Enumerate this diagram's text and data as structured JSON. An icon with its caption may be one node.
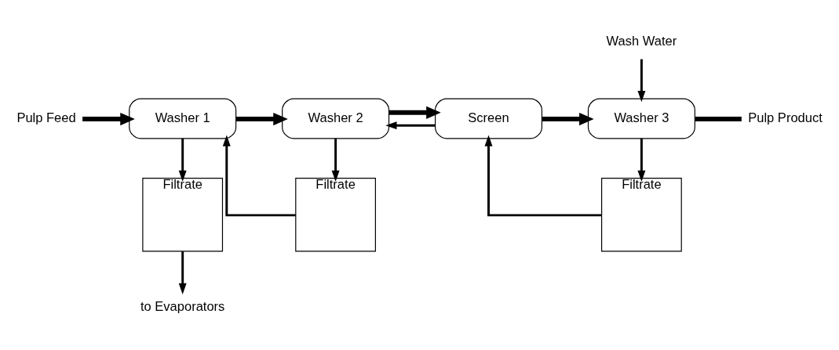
{
  "diagram": {
    "nodes": [
      {
        "text": [
          "Pulp Feed"
        ]
      },
      {
        "text": [
          "Washer 1"
        ]
      },
      {
        "text": [
          "Washer 2"
        ]
      },
      {
        "text": [
          "Screen"
        ]
      },
      {
        "text": [
          "Wash Water"
        ]
      },
      {
        "text": [
          "Washer 3"
        ]
      },
      {
        "text": [
          "Pulp Product"
        ]
      },
      {
        "text": [
          "Filtrate"
        ]
      },
      {
        "text": [
          "Filtrate"
        ]
      },
      {
        "text": [
          "Filtrate"
        ]
      },
      {
        "text": [
          "to Evaporators"
        ]
      }
    ],
    "edges": [
      {
        "from": 0,
        "to": 1,
        "arrow": "to",
        "style": "thick"
      },
      {
        "from": 1,
        "to": 2,
        "arrow": "to",
        "style": "thick"
      },
      {
        "from": 2,
        "to": 3,
        "arrow": "to",
        "style": "thick"
      },
      {
        "from": 3,
        "to": 5,
        "arrow": "to",
        "style": "thick"
      },
      {
        "from": 5,
        "to": 6,
        "arrow": "none",
        "style": "thick"
      },
      {
        "from": 4,
        "to": 5,
        "arrow": "to"
      },
      {
        "from": 1,
        "to": 7,
        "arrow": "to"
      },
      {
        "from": 2,
        "to": 8,
        "arrow": "to"
      },
      {
        "from": 5,
        "to": 9,
        "arrow": "to"
      },
      {
        "from": 7,
        "to": 10,
        "arrow": "to"
      },
      {
        "from": 8,
        "to": 1,
        "arrow": "to"
      },
      {
        "from": 3,
        "to": 2,
        "arrow": "to"
      },
      {
        "from": 9,
        "to": 3,
        "arrow": "to"
      }
    ]
  }
}
